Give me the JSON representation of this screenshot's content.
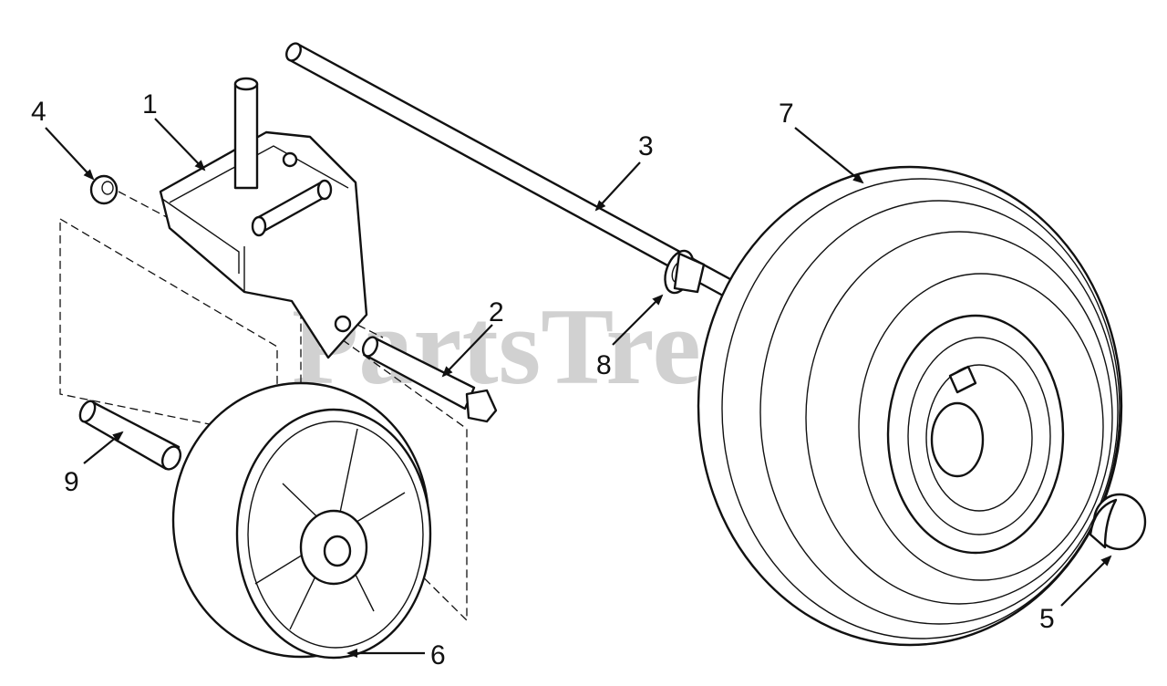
{
  "watermark": "PartsTree",
  "callouts": [
    {
      "id": "1",
      "label": "1"
    },
    {
      "id": "2",
      "label": "2"
    },
    {
      "id": "3",
      "label": "3"
    },
    {
      "id": "4",
      "label": "4"
    },
    {
      "id": "5",
      "label": "5"
    },
    {
      "id": "6",
      "label": "6"
    },
    {
      "id": "7",
      "label": "7"
    },
    {
      "id": "8",
      "label": "8"
    },
    {
      "id": "9",
      "label": "9"
    }
  ]
}
